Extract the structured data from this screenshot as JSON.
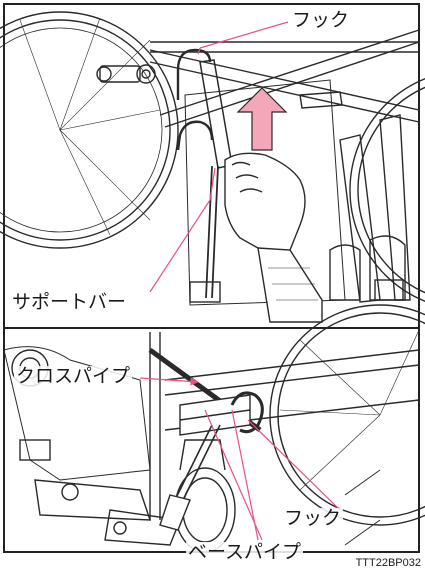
{
  "panels": {
    "top": {
      "labels": {
        "hook": "フック",
        "support_bar": "サポートバー"
      },
      "arrow_color": "#f4a7b9"
    },
    "bottom": {
      "labels": {
        "cross_pipe": "クロスパイプ",
        "hook": "フック",
        "base_pipe": "ベースパイプ"
      }
    }
  },
  "figure_code": "TTT22BP032",
  "colors": {
    "leader": "#e8508a",
    "line": "#2a2a2a",
    "accent_pink": "#f4a7b9"
  }
}
